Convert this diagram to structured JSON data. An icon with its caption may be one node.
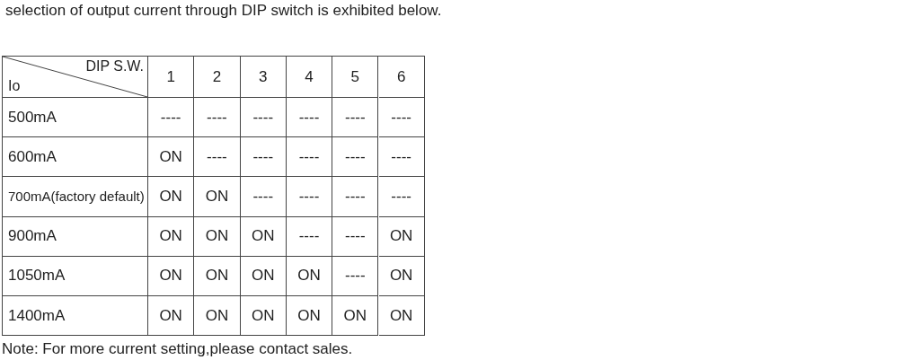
{
  "diagram": {
    "title": "selection of output current through DIP switch is exhibited below.",
    "caption": "Note: For more current setting,please contact sales.",
    "labels": [
      "DIP S.W.",
      "Io",
      "1",
      "2",
      "3",
      "4",
      "5",
      "6",
      "500mA",
      "----",
      "----",
      "----",
      "----",
      "----",
      "----",
      "600mA",
      "ON",
      "----",
      "----",
      "----",
      "----",
      "----",
      "700mA(factory default)",
      "ON",
      "ON",
      "----",
      "----",
      "----",
      "----",
      "900mA",
      "ON",
      "ON",
      "ON",
      "----",
      "----",
      "ON",
      "1050mA",
      "ON",
      "ON",
      "ON",
      "ON",
      "----",
      "ON",
      "1400mA",
      "ON",
      "ON",
      "ON",
      "ON",
      "ON",
      "ON"
    ]
  }
}
